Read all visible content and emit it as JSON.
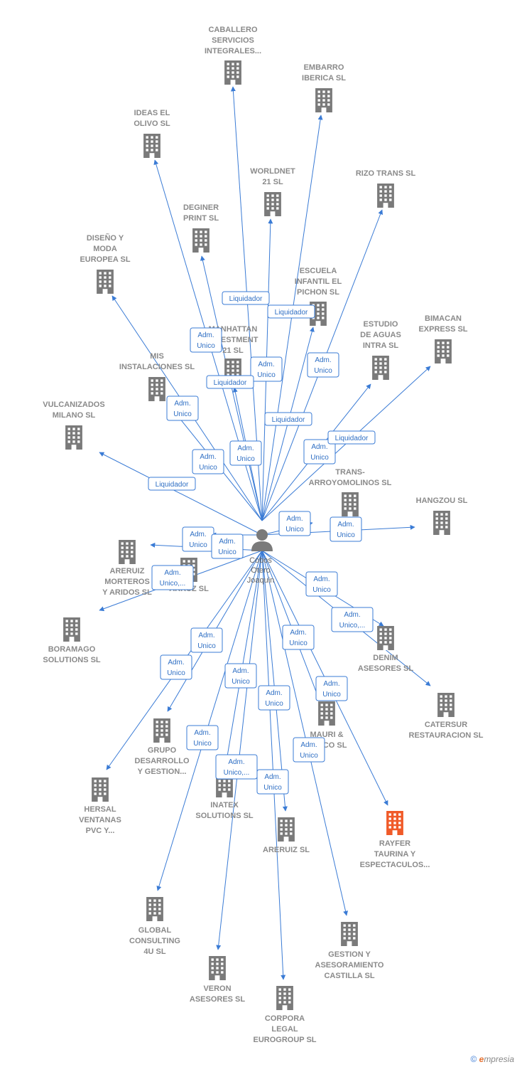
{
  "colors": {
    "edge": "#3a7bd5",
    "node": "#7a7a7a",
    "highlight": "#f05a28",
    "label_border": "#3a7bd5",
    "label_text": "#2f6fc4"
  },
  "center": {
    "name_lines": [
      "Cobos",
      "Otero",
      "Joaquin"
    ],
    "icon": "person-icon"
  },
  "companies": [
    {
      "id": "caballero",
      "lines": [
        "CABALLERO",
        "SERVICIOS",
        "INTEGRALES..."
      ],
      "icon": "building-icon",
      "highlight": false
    },
    {
      "id": "embarro",
      "lines": [
        "EMBARRO",
        "IBERICA SL"
      ],
      "icon": "building-icon",
      "highlight": false
    },
    {
      "id": "ideas",
      "lines": [
        "IDEAS EL",
        "OLIVO SL"
      ],
      "icon": "building-icon",
      "highlight": false
    },
    {
      "id": "worldnet",
      "lines": [
        "WORLDNET",
        "21 SL"
      ],
      "icon": "building-icon",
      "highlight": false
    },
    {
      "id": "rizo",
      "lines": [
        "RIZO TRANS SL"
      ],
      "icon": "building-icon",
      "highlight": false
    },
    {
      "id": "deginer",
      "lines": [
        "DEGINER",
        "PRINT SL"
      ],
      "icon": "building-icon",
      "highlight": false
    },
    {
      "id": "diseno",
      "lines": [
        "DISEÑO Y",
        "MODA",
        "EUROPEA SL"
      ],
      "icon": "building-icon",
      "highlight": false
    },
    {
      "id": "escuela",
      "lines": [
        "ESCUELA",
        "INFANTIL EL",
        "PICHON SL"
      ],
      "icon": "building-icon",
      "highlight": false
    },
    {
      "id": "manhattan",
      "lines": [
        "MANHATTAN",
        "INVESTMENT",
        "21 SL"
      ],
      "icon": "building-icon",
      "highlight": false
    },
    {
      "id": "estudio",
      "lines": [
        "ESTUDIO",
        "DE AGUAS",
        "INTRA  SL"
      ],
      "icon": "building-icon",
      "highlight": false
    },
    {
      "id": "bimacan",
      "lines": [
        "BIMACAN",
        "EXPRESS SL"
      ],
      "icon": "building-icon",
      "highlight": false
    },
    {
      "id": "mis",
      "lines": [
        "MIS",
        "INSTALACIONES SL"
      ],
      "icon": "building-icon",
      "highlight": false
    },
    {
      "id": "vulcanizados",
      "lines": [
        "VULCANIZADOS",
        "MILANO SL"
      ],
      "icon": "building-icon",
      "highlight": false
    },
    {
      "id": "trans",
      "lines": [
        "TRANS-",
        "ARROYOMOLINOS SL"
      ],
      "icon": "building-icon",
      "highlight": false
    },
    {
      "id": "hangzou",
      "lines": [
        "HANGZOU SL"
      ],
      "icon": "building-icon",
      "highlight": false
    },
    {
      "id": "areruiz_m",
      "lines": [
        "ARERUIZ",
        "MORTEROS",
        "Y ARIDOS SL"
      ],
      "icon": "building-icon",
      "highlight": false
    },
    {
      "id": "arruz",
      "lines": [
        "ARRUZ SL"
      ],
      "icon": "building-icon",
      "highlight": false
    },
    {
      "id": "boramago",
      "lines": [
        "BORAMAGO",
        "SOLUTIONS SL"
      ],
      "icon": "building-icon",
      "highlight": false
    },
    {
      "id": "denim",
      "lines": [
        "DENIM",
        "ASESORES SL"
      ],
      "icon": "building-icon",
      "highlight": false
    },
    {
      "id": "catersur",
      "lines": [
        "CATERSUR",
        "RESTAURACION SL"
      ],
      "icon": "building-icon",
      "highlight": false
    },
    {
      "id": "grupo",
      "lines": [
        "GRUPO",
        "DESARROLLO",
        "Y GESTION..."
      ],
      "icon": "building-icon",
      "highlight": false
    },
    {
      "id": "mauri",
      "lines": [
        "MAURI &",
        "SACCO SL"
      ],
      "icon": "building-icon",
      "highlight": false
    },
    {
      "id": "hersal",
      "lines": [
        "HERSAL",
        "VENTANAS",
        "PVC Y..."
      ],
      "icon": "building-icon",
      "highlight": false
    },
    {
      "id": "inatex",
      "lines": [
        "INATEX",
        "SOLUTIONS SL"
      ],
      "icon": "building-icon",
      "highlight": false
    },
    {
      "id": "areruiz",
      "lines": [
        "ARERUIZ SL"
      ],
      "icon": "building-icon",
      "highlight": false
    },
    {
      "id": "rayfer",
      "lines": [
        "RAYFER",
        "TAURINA Y",
        "ESPECTACULOS..."
      ],
      "icon": "building-icon",
      "highlight": true
    },
    {
      "id": "global",
      "lines": [
        "GLOBAL",
        "CONSULTING",
        "4U SL"
      ],
      "icon": "building-icon",
      "highlight": false
    },
    {
      "id": "gestion",
      "lines": [
        "GESTION Y",
        "ASESORAMIENTO",
        "CASTILLA  SL"
      ],
      "icon": "building-icon",
      "highlight": false
    },
    {
      "id": "veron",
      "lines": [
        "VERON",
        "ASESORES SL"
      ],
      "icon": "building-icon",
      "highlight": false
    },
    {
      "id": "corpora",
      "lines": [
        "CORPORA",
        "LEGAL",
        "EUROGROUP SL"
      ],
      "icon": "building-icon",
      "highlight": false
    }
  ],
  "relations": [
    {
      "target": "caballero",
      "label_lines": [
        "Liquidador"
      ]
    },
    {
      "target": "embarro",
      "label_lines": [
        "Liquidador"
      ]
    },
    {
      "target": "ideas",
      "label_lines": [
        "Adm.",
        "Unico"
      ]
    },
    {
      "target": "worldnet",
      "label_lines": [
        "Adm.",
        "Unico"
      ]
    },
    {
      "target": "rizo",
      "label_lines": [
        "Adm.",
        "Unico"
      ]
    },
    {
      "target": "deginer",
      "label_lines": [
        "Liquidador"
      ]
    },
    {
      "target": "diseno",
      "label_lines": [
        "Adm.",
        "Unico"
      ]
    },
    {
      "target": "escuela",
      "label_lines": [
        "Liquidador"
      ]
    },
    {
      "target": "manhattan",
      "label_lines": [
        "Adm.",
        "Unico"
      ]
    },
    {
      "target": "estudio",
      "label_lines": [
        "Adm.",
        "Unico"
      ]
    },
    {
      "target": "bimacan",
      "label_lines": [
        "Liquidador"
      ]
    },
    {
      "target": "mis",
      "label_lines": [
        "Adm.",
        "Unico"
      ]
    },
    {
      "target": "vulcanizados",
      "label_lines": [
        "Liquidador"
      ]
    },
    {
      "target": "trans",
      "label_lines": [
        "Adm.",
        "Unico"
      ]
    },
    {
      "target": "hangzou",
      "label_lines": [
        "Adm.",
        "Unico"
      ]
    },
    {
      "target": "areruiz_m",
      "label_lines": [
        "Adm.",
        "Unico"
      ]
    },
    {
      "target": "arruz",
      "label_lines": [
        "Adm.",
        "Unico"
      ]
    },
    {
      "target": "boramago",
      "label_lines": [
        "Adm.",
        "Unico,..."
      ]
    },
    {
      "target": "denim",
      "label_lines": [
        "Adm.",
        "Unico,..."
      ]
    },
    {
      "target": "catersur",
      "label_lines": [
        "Adm.",
        "Unico"
      ]
    },
    {
      "target": "grupo",
      "label_lines": [
        "Adm.",
        "Unico"
      ]
    },
    {
      "target": "mauri",
      "label_lines": [
        "Adm.",
        "Unico"
      ]
    },
    {
      "target": "hersal",
      "label_lines": [
        "Adm.",
        "Unico"
      ]
    },
    {
      "target": "inatex",
      "label_lines": [
        "Adm.",
        "Unico"
      ]
    },
    {
      "target": "areruiz",
      "label_lines": [
        "Adm.",
        "Unico"
      ]
    },
    {
      "target": "rayfer",
      "label_lines": [
        "Adm.",
        "Unico"
      ]
    },
    {
      "target": "global",
      "label_lines": [
        "Adm.",
        "Unico"
      ]
    },
    {
      "target": "gestion",
      "label_lines": [
        "Adm.",
        "Unico"
      ]
    },
    {
      "target": "veron",
      "label_lines": [
        "Adm.",
        "Unico,..."
      ]
    },
    {
      "target": "corpora",
      "label_lines": [
        "Adm.",
        "Unico"
      ]
    }
  ],
  "footer": {
    "copyright": "©",
    "brand_initial": "e",
    "brand_rest": "mpresia"
  }
}
